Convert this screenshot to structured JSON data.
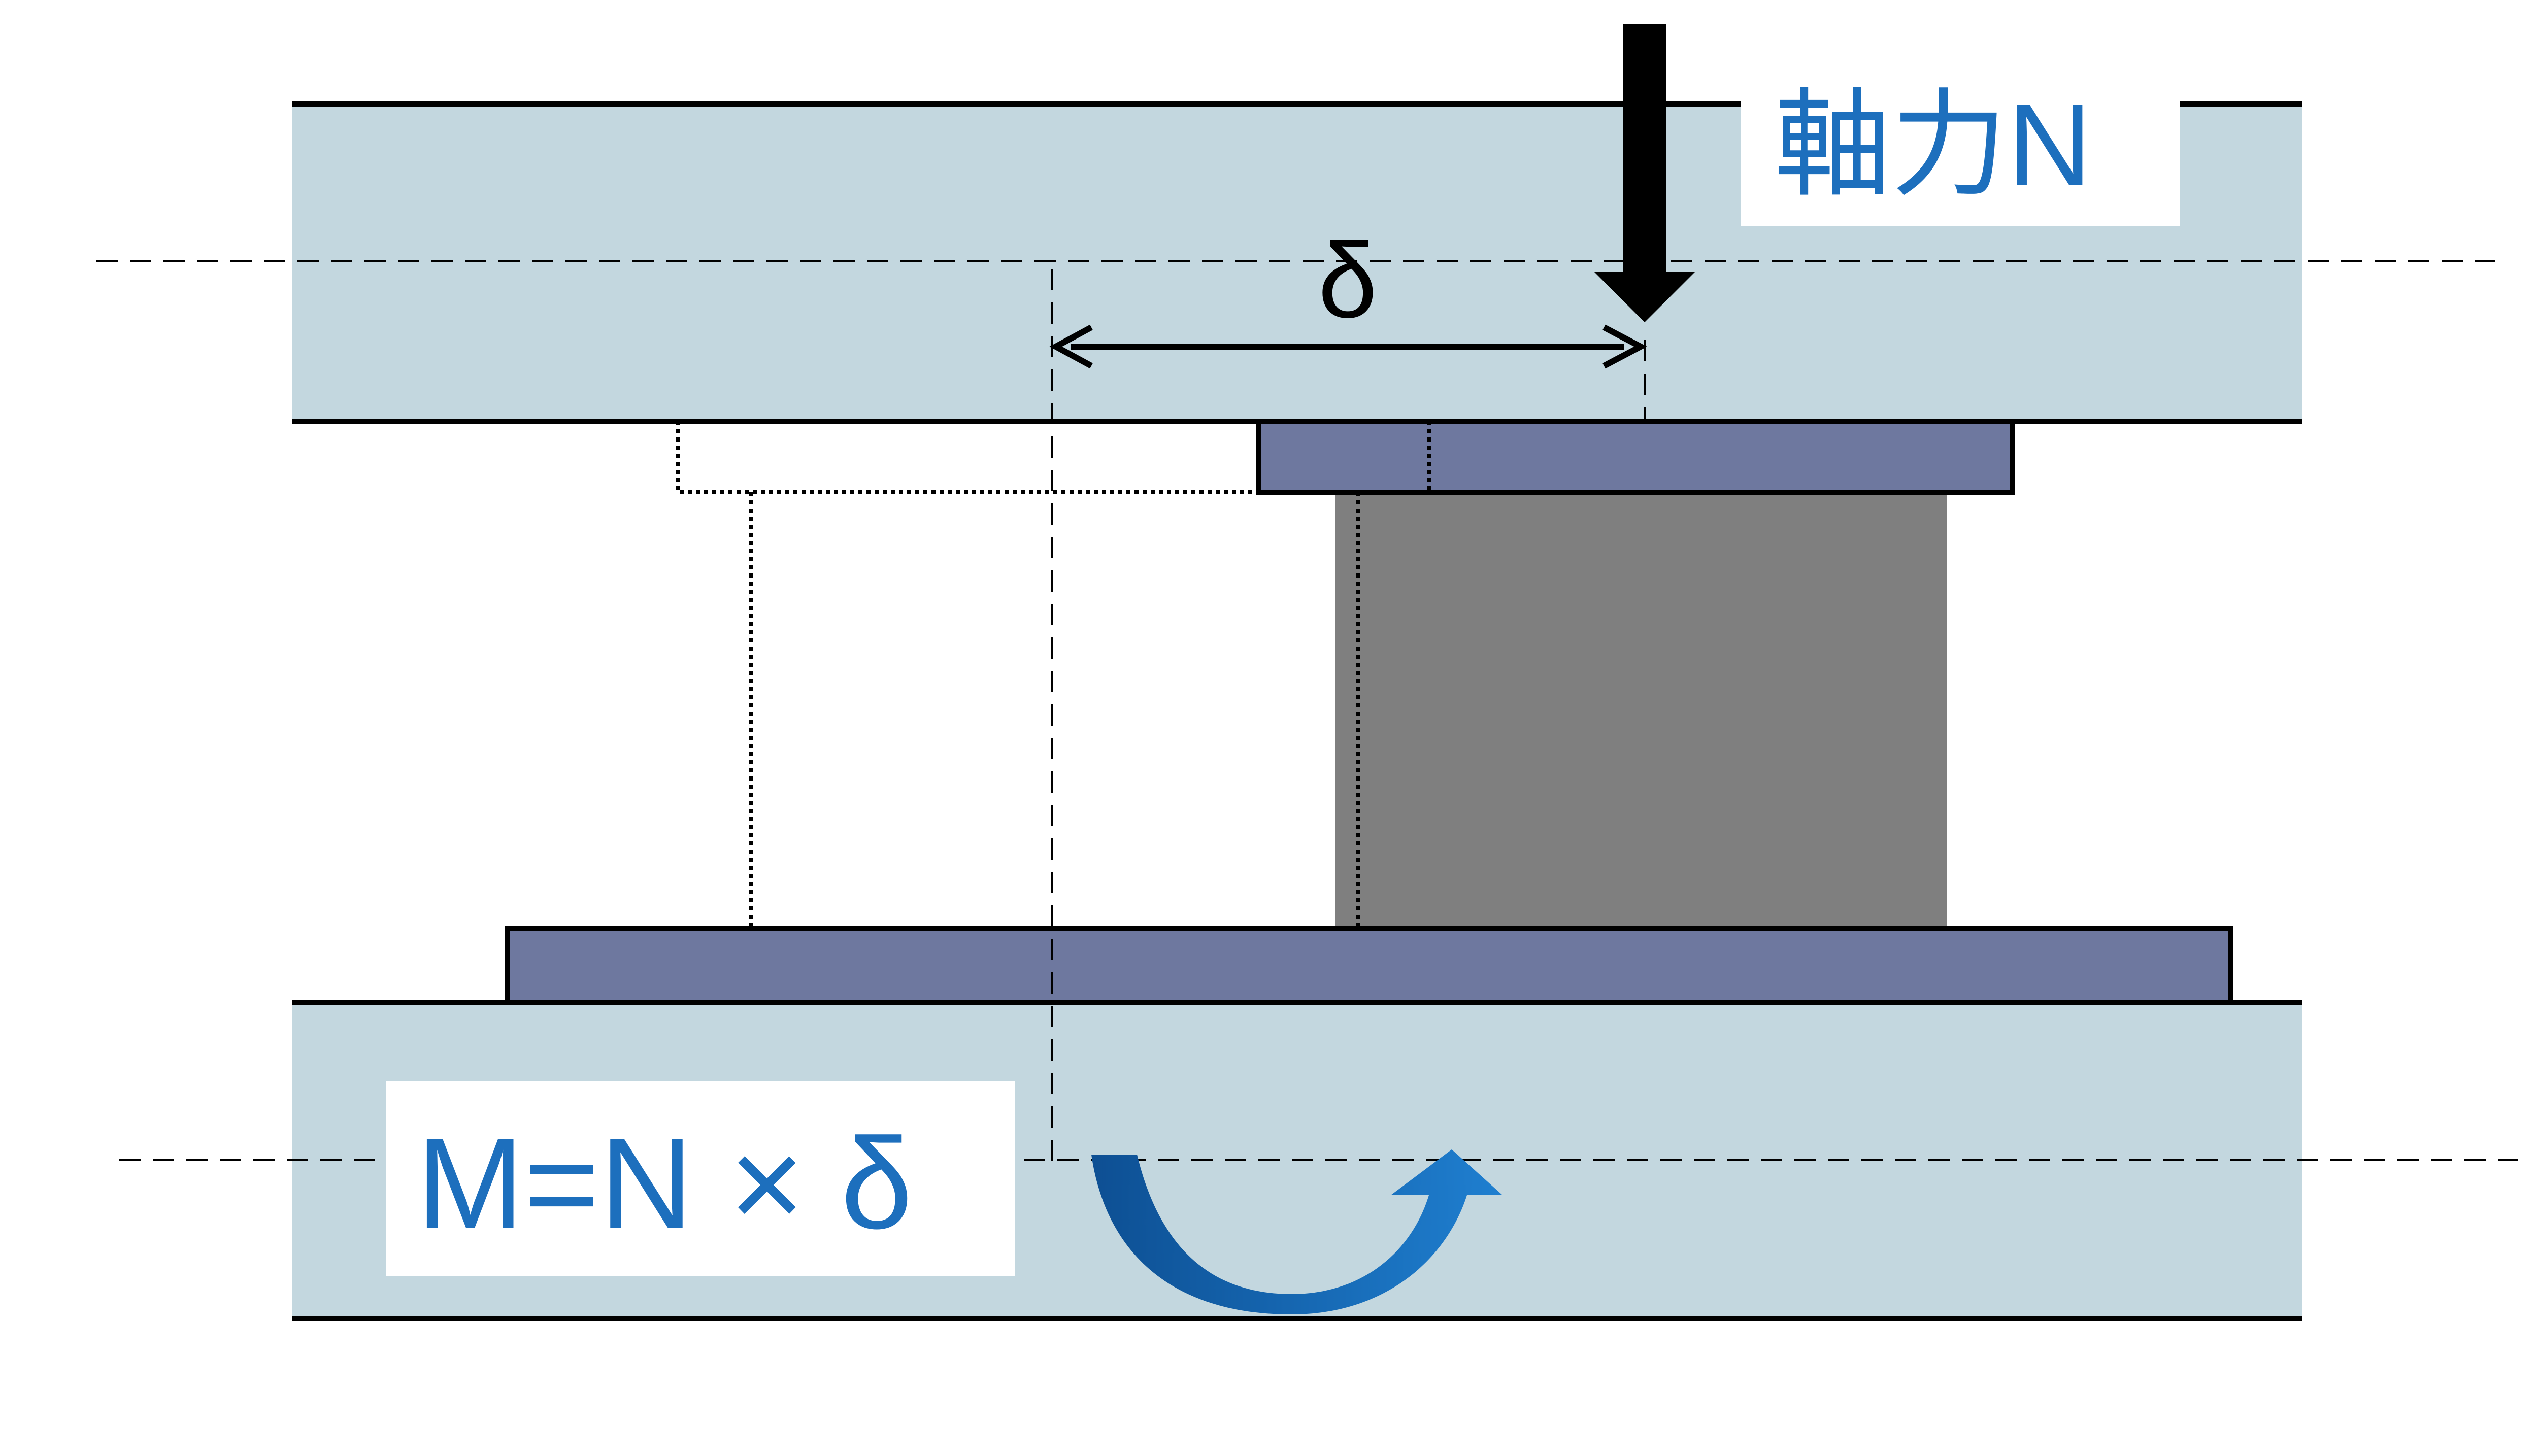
{
  "labels": {
    "axial_force": "軸力N",
    "offset": "δ",
    "moment": "M=N × δ"
  },
  "colors": {
    "beam_fill": "#c3d7df",
    "plate_fill": "#6e789f",
    "bearing_fill": "#7f7f7f",
    "line": "#000000",
    "label_blue": "#1d6fbd",
    "moment_arrow_dark": "#0d4f93",
    "moment_arrow_light": "#1f7fd0",
    "label_box_fill": "#ffffff"
  },
  "icons": {
    "axial_force": "down-arrow-icon",
    "moment": "curved-arrow-icon",
    "offset": "double-headed-arrow-icon"
  }
}
